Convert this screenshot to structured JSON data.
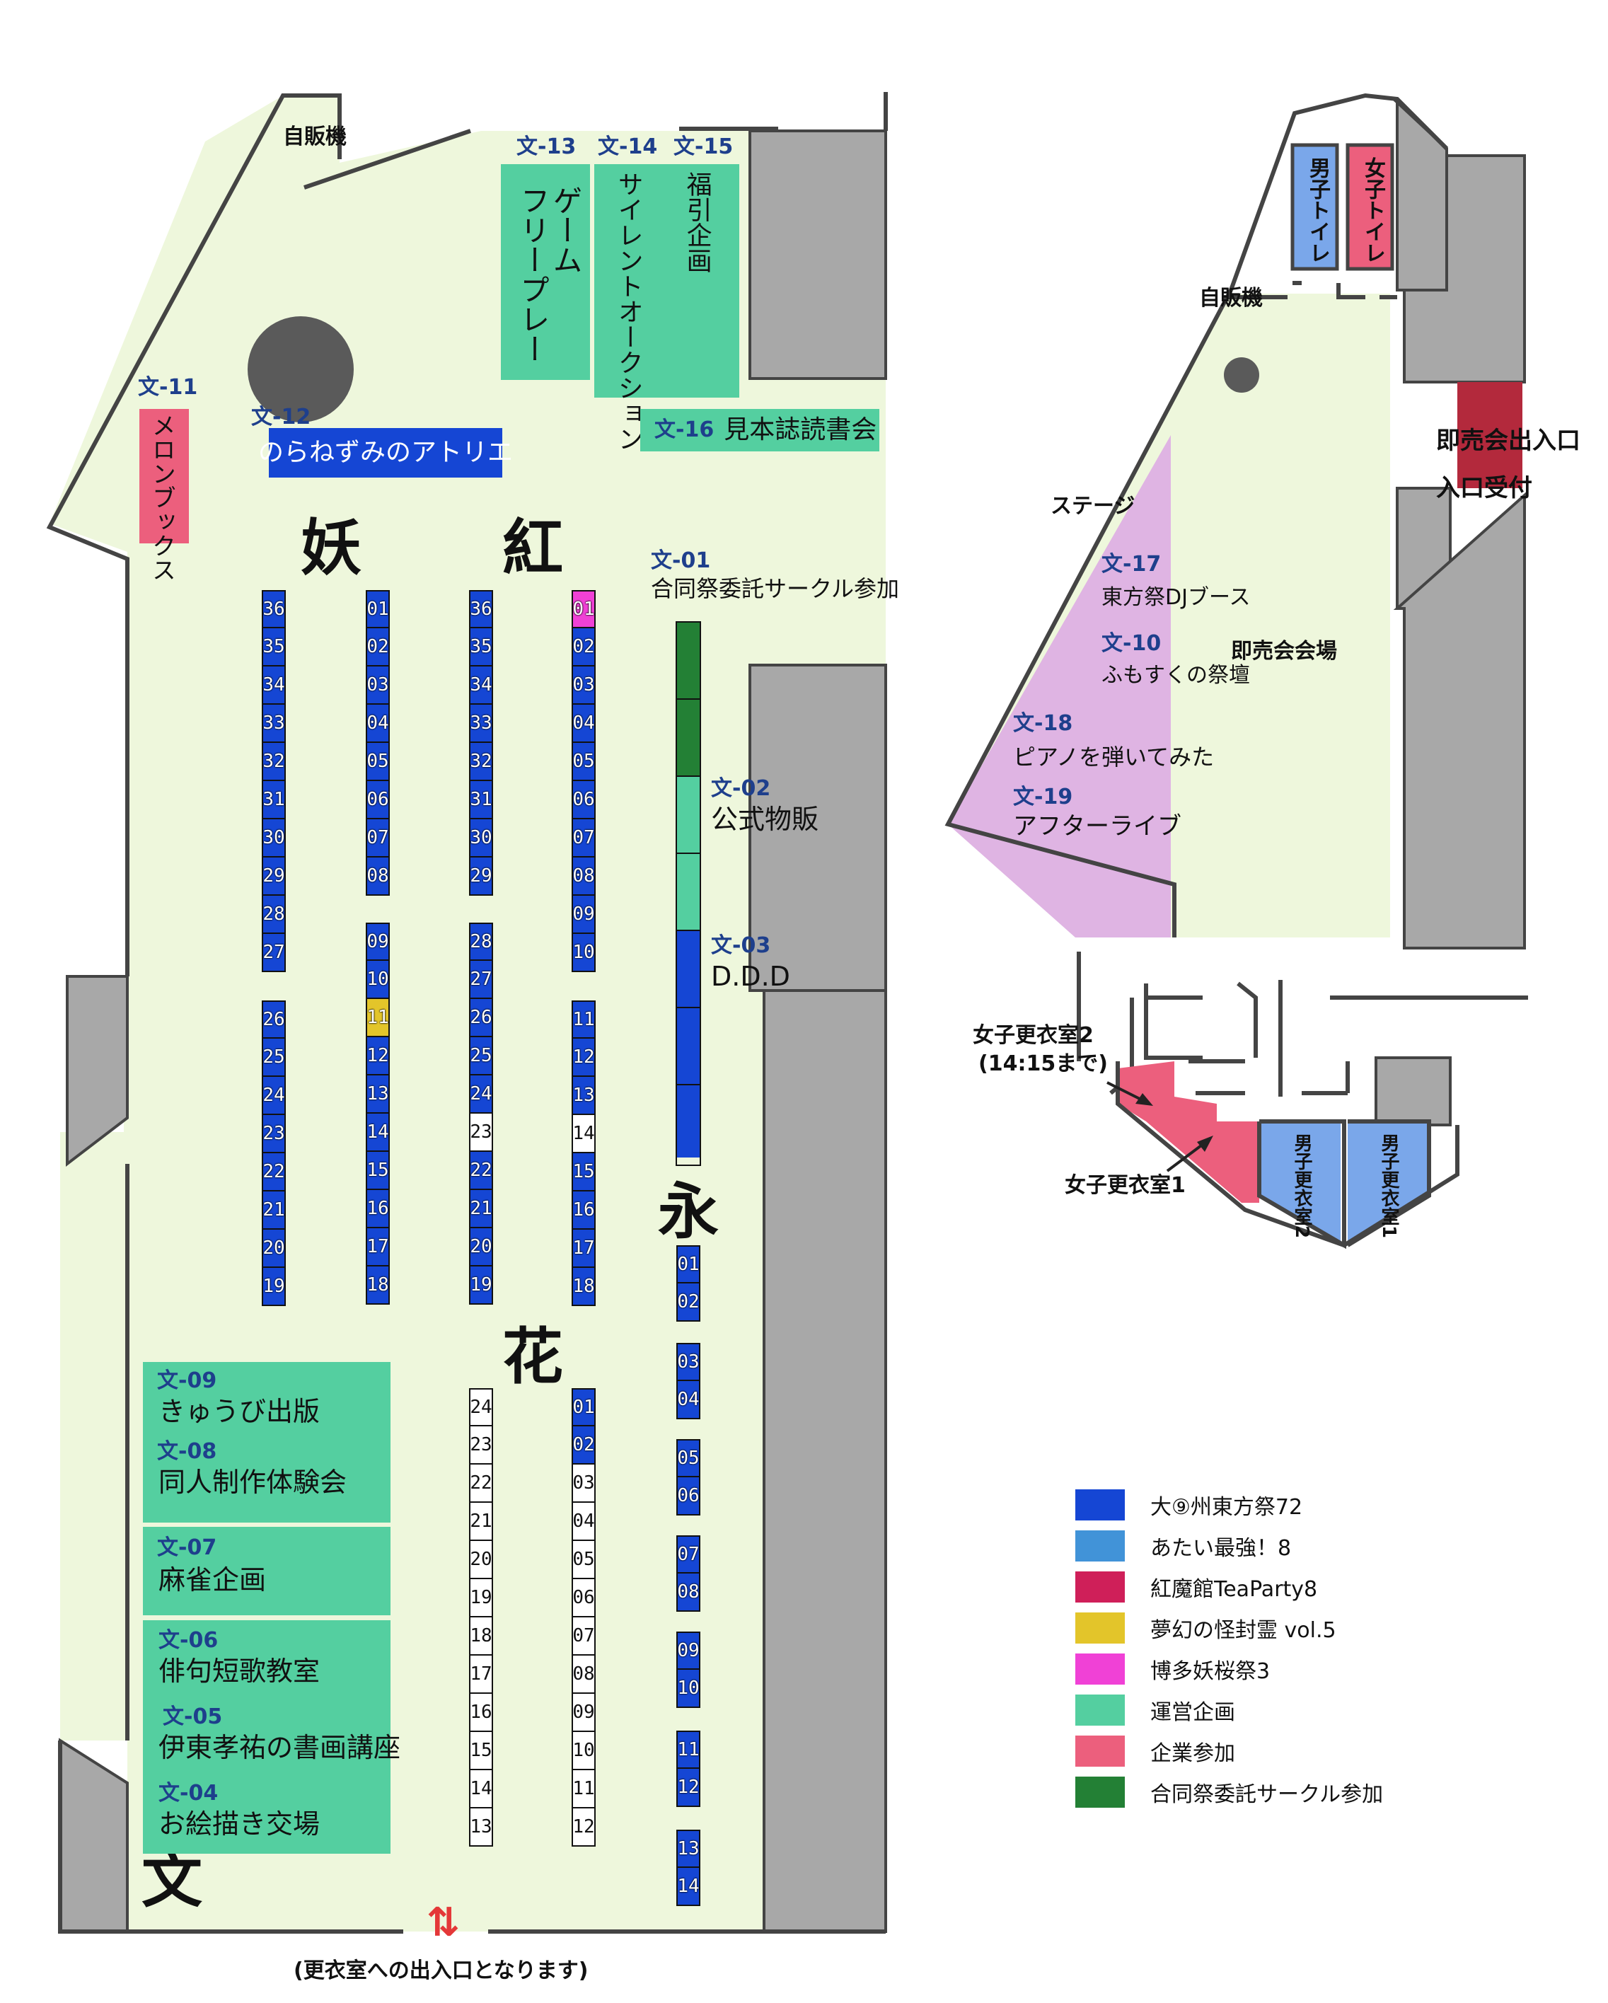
{
  "colors": {
    "floor": "#eef7dc",
    "stage": "#dfb4e3",
    "wall": "#a8a8a8",
    "blue": "#1546d4",
    "lightblue": "#4193d8",
    "crimson": "#cf1f59",
    "yellow": "#e3c52a",
    "magenta": "#f041d6",
    "teal": "#54cfa0",
    "pink": "#ec5f7d",
    "green": "#238035",
    "darkred": "#b3293c",
    "toilet_m": "#7aa7ea",
    "toilet_f": "#ec5f7d"
  },
  "left_hall": {
    "vending": "自販機",
    "section_bun": "文",
    "section_you": "妖",
    "section_kou": "紅",
    "section_ei": "永",
    "section_ka": "花",
    "exit_arrow": "⇅",
    "exit_note": "(更衣室への出入口となります)",
    "areas": {
      "b13_code": "文-13",
      "b13_label": "ゲーム\nフリープレー",
      "b14_code": "文-14",
      "b14_label": "サイレントオークション",
      "b15_code": "文-15",
      "b15_label": "福引企画",
      "b16_code": "文-16",
      "b16_label": "見本誌読書会",
      "b11_code": "文-11",
      "b11_label": "メロンブックス",
      "b12_code": "文-12",
      "b12_label": "のらねずみのアトリエ",
      "b01_code": "文-01",
      "b01_label": "合同祭委託サークル参加",
      "b02_code": "文-02",
      "b02_label": "公式物販",
      "b03_code": "文-03",
      "b03_label": "D.D.D",
      "b09_code": "文-09",
      "b09_label": "きゅうび出版",
      "b08_code": "文-08",
      "b08_label": "同人制作体験会",
      "b07_code": "文-07",
      "b07_label": "麻雀企画",
      "b06_code": "文-06",
      "b06_label": "俳句短歌教室",
      "b05_code": "文-05",
      "b05_label": "伊東孝祐の書画講座",
      "b04_code": "文-04",
      "b04_label": "お絵描き交場"
    },
    "columns": {
      "you_left": [
        {
          "no": [
            "36",
            "35",
            "34",
            "33",
            "32",
            "31",
            "30",
            "29",
            "28",
            "27"
          ],
          "color": [
            "blue",
            "blue",
            "blue",
            "blue",
            "blue",
            "blue",
            "blue",
            "blue",
            "blue",
            "blue"
          ]
        },
        {
          "no": [
            "26",
            "25",
            "24",
            "23",
            "22",
            "21",
            "20",
            "19"
          ],
          "color": [
            "blue",
            "blue",
            "blue",
            "blue",
            "blue",
            "blue",
            "blue",
            "blue"
          ]
        }
      ],
      "you_right": [
        {
          "no": [
            "01",
            "02",
            "03",
            "04",
            "05",
            "06",
            "07",
            "08"
          ],
          "color": [
            "blue",
            "blue",
            "blue",
            "blue",
            "blue",
            "blue",
            "blue",
            "blue"
          ]
        },
        {
          "no": [
            "09",
            "10",
            "11",
            "12",
            "13",
            "14",
            "15",
            "16",
            "17",
            "18"
          ],
          "color": [
            "blue",
            "blue",
            "yellow",
            "blue",
            "blue",
            "blue",
            "blue",
            "blue",
            "blue",
            "blue"
          ]
        }
      ],
      "kou_left": [
        {
          "no": [
            "36",
            "35",
            "34",
            "33",
            "32",
            "31",
            "30",
            "29"
          ],
          "color": [
            "blue",
            "blue",
            "blue",
            "blue",
            "blue",
            "blue",
            "blue",
            "blue"
          ]
        },
        {
          "no": [
            "28",
            "27",
            "26",
            "25",
            "24",
            "23",
            "22",
            "21",
            "20",
            "19"
          ],
          "color": [
            "blue",
            "blue",
            "blue",
            "blue",
            "blue",
            "white",
            "blue",
            "blue",
            "blue",
            "blue"
          ]
        }
      ],
      "kou_right": [
        {
          "no": [
            "01",
            "02",
            "03",
            "04",
            "05",
            "06",
            "07",
            "08",
            "09",
            "10"
          ],
          "color": [
            "magenta",
            "blue",
            "blue",
            "blue",
            "blue",
            "blue",
            "blue",
            "blue",
            "blue",
            "blue"
          ]
        },
        {
          "no": [
            "11",
            "12",
            "13",
            "14",
            "15",
            "16",
            "17",
            "18"
          ],
          "color": [
            "blue",
            "blue",
            "blue",
            "white",
            "blue",
            "blue",
            "blue",
            "blue"
          ]
        }
      ],
      "ka_left": [
        {
          "no": [
            "24",
            "23",
            "22",
            "21",
            "20",
            "19",
            "18",
            "17",
            "16",
            "15",
            "14",
            "13"
          ],
          "color": [
            "white",
            "white",
            "white",
            "white",
            "white",
            "white",
            "white",
            "white",
            "white",
            "white",
            "white",
            "white"
          ]
        }
      ],
      "ka_right": [
        {
          "no": [
            "01",
            "02",
            "03",
            "04",
            "05",
            "06",
            "07",
            "08",
            "09",
            "10",
            "11",
            "12"
          ],
          "color": [
            "blue",
            "blue",
            "white",
            "white",
            "white",
            "white",
            "white",
            "white",
            "white",
            "white",
            "white",
            "white"
          ]
        }
      ],
      "ei": [
        {
          "no": [
            "01",
            "02"
          ],
          "color": [
            "blue",
            "blue"
          ]
        },
        {
          "no": [
            "03",
            "04"
          ],
          "color": [
            "blue",
            "blue"
          ]
        },
        {
          "no": [
            "05",
            "06"
          ],
          "color": [
            "blue",
            "blue"
          ]
        },
        {
          "no": [
            "07",
            "08"
          ],
          "color": [
            "blue",
            "blue"
          ]
        },
        {
          "no": [
            "09",
            "10"
          ],
          "color": [
            "blue",
            "blue"
          ]
        },
        {
          "no": [
            "11",
            "12"
          ],
          "color": [
            "blue",
            "blue"
          ]
        },
        {
          "no": [
            "13",
            "14"
          ],
          "color": [
            "blue",
            "blue"
          ]
        }
      ]
    }
  },
  "right_hall": {
    "toilet_m": "男子トイレ",
    "toilet_f": "女子トイレ",
    "vending": "自販機",
    "entrance": "即売会出入口",
    "reception": "入口受付",
    "stage": "ステージ",
    "venue": "即売会会場",
    "b17_code": "文-17",
    "b17_label": "東方祭DJブース",
    "b10_code": "文-10",
    "b10_label": "ふもすくの祭壇",
    "b18_code": "文-18",
    "b18_label": "ピアノを弾いてみた",
    "b19_code": "文-19",
    "b19_label": "アフターライブ",
    "dress_f2": "女子更衣室2",
    "dress_f2_note": "(14:15まで)",
    "dress_f1": "女子更衣室1",
    "dress_m2": "男子更衣室2",
    "dress_m1": "男子更衣室1"
  },
  "legend": [
    {
      "color": "blue",
      "label": "大⑨州東方祭72"
    },
    {
      "color": "lightblue",
      "label": "あたい最強！8"
    },
    {
      "color": "crimson",
      "label": "紅魔館TeaParty8"
    },
    {
      "color": "yellow",
      "label": "夢幻の怪封霊 vol.5"
    },
    {
      "color": "magenta",
      "label": "博多妖桜祭3"
    },
    {
      "color": "teal",
      "label": "運営企画"
    },
    {
      "color": "pink",
      "label": "企業参加"
    },
    {
      "color": "green",
      "label": "合同祭委託サークル参加"
    }
  ]
}
